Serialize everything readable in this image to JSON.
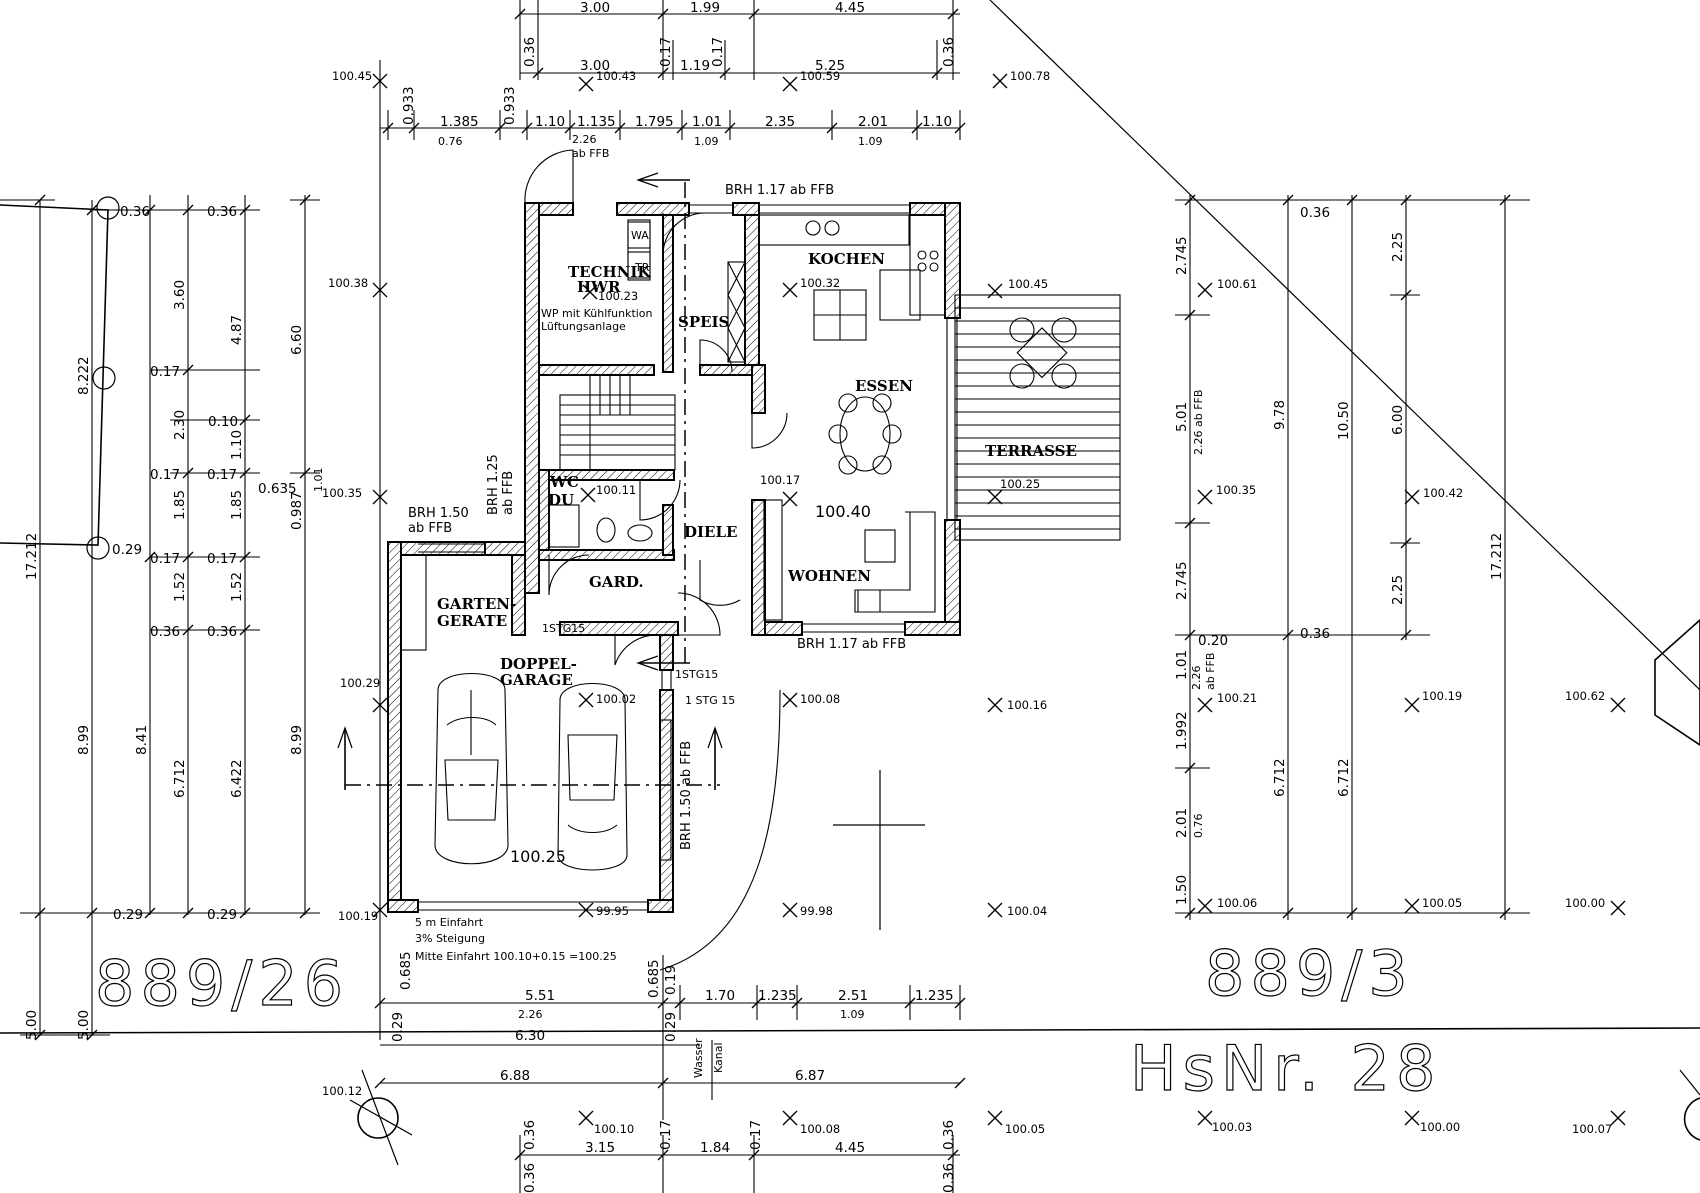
{
  "parcels": {
    "left": "889/26",
    "right": "889/3",
    "house_number": "HsNr. 28"
  },
  "rooms": {
    "technik": "TECHNIK",
    "hwr": "HWR",
    "kochen": "KOCHEN",
    "speis": "SPEIS",
    "essen": "ESSEN",
    "terrasse": "TERRASSE",
    "wc": "WC",
    "du": "DU",
    "diele": "DIELE",
    "wohnen": "WOHNEN",
    "gard": "GARD.",
    "garten1": "GARTEN-",
    "garten2": "GERATE",
    "doppel1": "DOPPEL-",
    "doppel2": "GARAGE"
  },
  "levels": {
    "living": "100.40",
    "garage": "100.25"
  },
  "notes": {
    "wp1": "WP mit Kühlfunktion",
    "wp2": "Lüftungsanlage",
    "wa": "WA",
    "tr": "TR",
    "brh_top": "BRH 1.17 ab FFB",
    "brh_bottom": "BRH 1.17 ab FFB",
    "brh_150a": "BRH 1.50",
    "brh_150b": "ab FFB",
    "brh_125a": "BRH 1.25",
    "brh_125b": "ab FFB",
    "brh_garage": "BRH 1.50 ab FFB",
    "stg1": "1STG15",
    "stg2": "1STG15",
    "stg3": "1 STG 15",
    "einfahrt1": "5 m Einfahrt",
    "einfahrt2": "3% Steigung",
    "einfahrt3": "Mitte Einfahrt  100.10+0.15 =100.25",
    "ab_ffb_226": "2.26",
    "ab_ffb_226b": "ab FFB",
    "wasser": "Wasser",
    "kanal": "Kanal",
    "brh_right": "2.26 ab FFB",
    "r226": "2.26",
    "r226b": "ab FFB"
  },
  "elevations": [
    "100.45",
    "100.43",
    "100.59",
    "100.78",
    "100.38",
    "100.23",
    "100.32",
    "100.45",
    "100.61",
    "100.35",
    "100.11",
    "100.17",
    "100.25",
    "100.35",
    "100.42",
    "100.29",
    "100.02",
    "100.08",
    "100.16",
    "100.21",
    "100.19",
    "100.62",
    "100.19",
    "99.95",
    "99.98",
    "100.04",
    "100.06",
    "100.05",
    "100.00",
    "100.12",
    "100.10",
    "100.08",
    "100.05",
    "100.03",
    "100.00",
    "100.07"
  ],
  "dims_top": [
    "3.00",
    "1.99",
    "4.45",
    "0.36",
    "3.00",
    "0.17",
    "1.19",
    "0.17",
    "5.25",
    "0.36"
  ],
  "dims_top2": [
    "0.933",
    "1.385",
    "0.933",
    "1.10",
    "1.135",
    "1.795",
    "1.01",
    "2.35",
    "2.01",
    "1.10",
    "0.76",
    "2.26",
    "ab FFB",
    "1.09",
    "1.09"
  ],
  "dims_left": [
    "0.36",
    "0.36",
    "3.60",
    "4.87",
    "6.60",
    "8.222",
    "0.17",
    "2.30",
    "0.10",
    "1.10",
    "0.17",
    "0.17",
    "0.635",
    "1.01",
    "0.987",
    "1.85",
    "1.85",
    "0.29",
    "0.17",
    "0.17",
    "17.212",
    "1.52",
    "1.52",
    "0.36",
    "0.36",
    "8.99",
    "8.41",
    "6.712",
    "6.422",
    "8.99",
    "0.29",
    "0.29",
    "5.00",
    "5.00",
    "0.685"
  ],
  "dims_bottom": [
    "0.685",
    "5.51",
    "0.19",
    "1.70",
    "1.235",
    "2.51",
    "1.235",
    "2.26",
    "1.09",
    "0.29",
    "6.30",
    "0.29",
    "6.88",
    "6.87",
    "0.36",
    "3.15",
    "0.17",
    "1.84",
    "0.17",
    "4.45",
    "0.36",
    "0.36",
    "0.36"
  ],
  "dims_right": [
    "0.36",
    "2.745",
    "2.25",
    "5.01",
    "9.78",
    "10.50",
    "6.00",
    "17.212",
    "2.745",
    "2.25",
    "0.20",
    "0.36",
    "1.01",
    "1.992",
    "6.712",
    "6.712",
    "2.01",
    "0.76",
    "1.50"
  ],
  "dims_misc": [
    "0.29",
    "0.29"
  ]
}
